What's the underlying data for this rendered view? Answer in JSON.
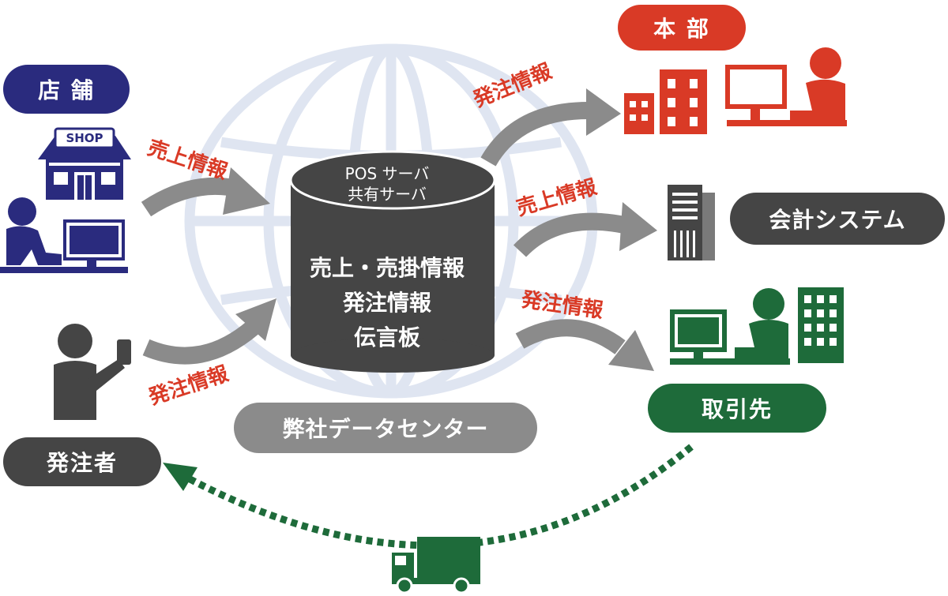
{
  "nodes": {
    "store": {
      "label": "店 舗",
      "shop_sign": "SHOP"
    },
    "orderer": {
      "label": "発注者"
    },
    "headquarters": {
      "label": "本 部"
    },
    "accounting": {
      "label": "会計システム"
    },
    "supplier": {
      "label": "取引先"
    },
    "datacenter": {
      "label": "弊社データセンター"
    }
  },
  "server": {
    "title_line1": "POS サーバ",
    "title_line2": "共有サーバ",
    "content_line1": "売上・売掛情報",
    "content_line2": "発注情報",
    "content_line3": "伝言板"
  },
  "flows": {
    "store_to_server": "売上情報",
    "orderer_to_server": "発注情報",
    "server_to_hq": "発注情報",
    "server_to_accounting": "売上情報",
    "server_to_supplier": "発注情報"
  },
  "colors": {
    "navy": "#2a2b7e",
    "red": "#d93a26",
    "green": "#1e6b3a",
    "dark_gray": "#454545",
    "mid_gray": "#8b8b8b",
    "globe": "#dfe5f1",
    "flow_text": "#d93a26"
  }
}
